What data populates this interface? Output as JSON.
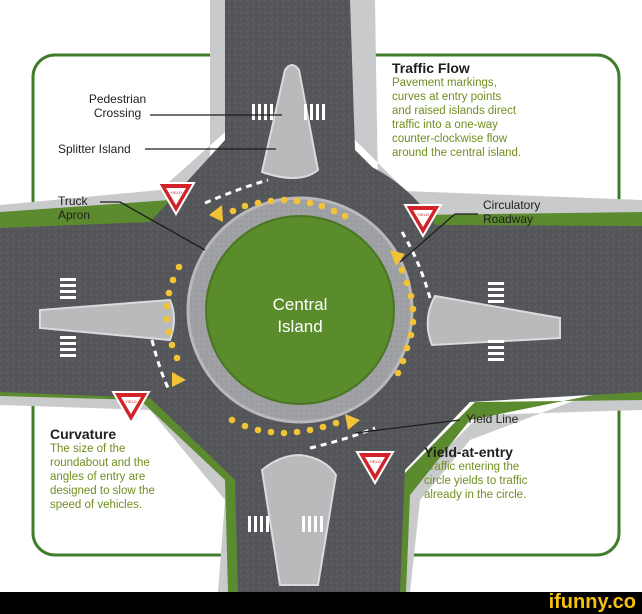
{
  "labels": {
    "pedestrian_crossing": "Pedestrian\nCrossing",
    "splitter_island": "Splitter Island",
    "truck_apron": "Truck\nApron",
    "circulatory_roadway": "Circulatory\nRoadway",
    "yield_line": "Yield Line",
    "central_island": "Central\nIsland"
  },
  "traffic_flow": {
    "title": "Traffic Flow",
    "body": "Pavement markings,\ncurves at entry points\nand raised islands direct\ntraffic into a one-way\ncounter-clockwise flow\naround the central island."
  },
  "curvature": {
    "title": "Curvature",
    "body": "The size of the\nroundabout and the\nangles of entry are\ndesigned to slow the\nspeed of vehicles."
  },
  "yield_at_entry": {
    "title": "Yield-at-entry",
    "body": "Traffic entering the\ncircle yields to traffic\nalready in the circle."
  },
  "yield_sign_text": "YIELD",
  "watermark": "ifunny.co",
  "colors": {
    "grass": "#5c8a2e",
    "asphalt": "#55565a",
    "apron": "#9a9b9e",
    "sidewalk": "#c9cacc",
    "frame_green": "#3f7d2a",
    "accent_text": "#6f8f1f",
    "arrow_yellow": "#f2c335",
    "yield_red": "#d2232a"
  }
}
